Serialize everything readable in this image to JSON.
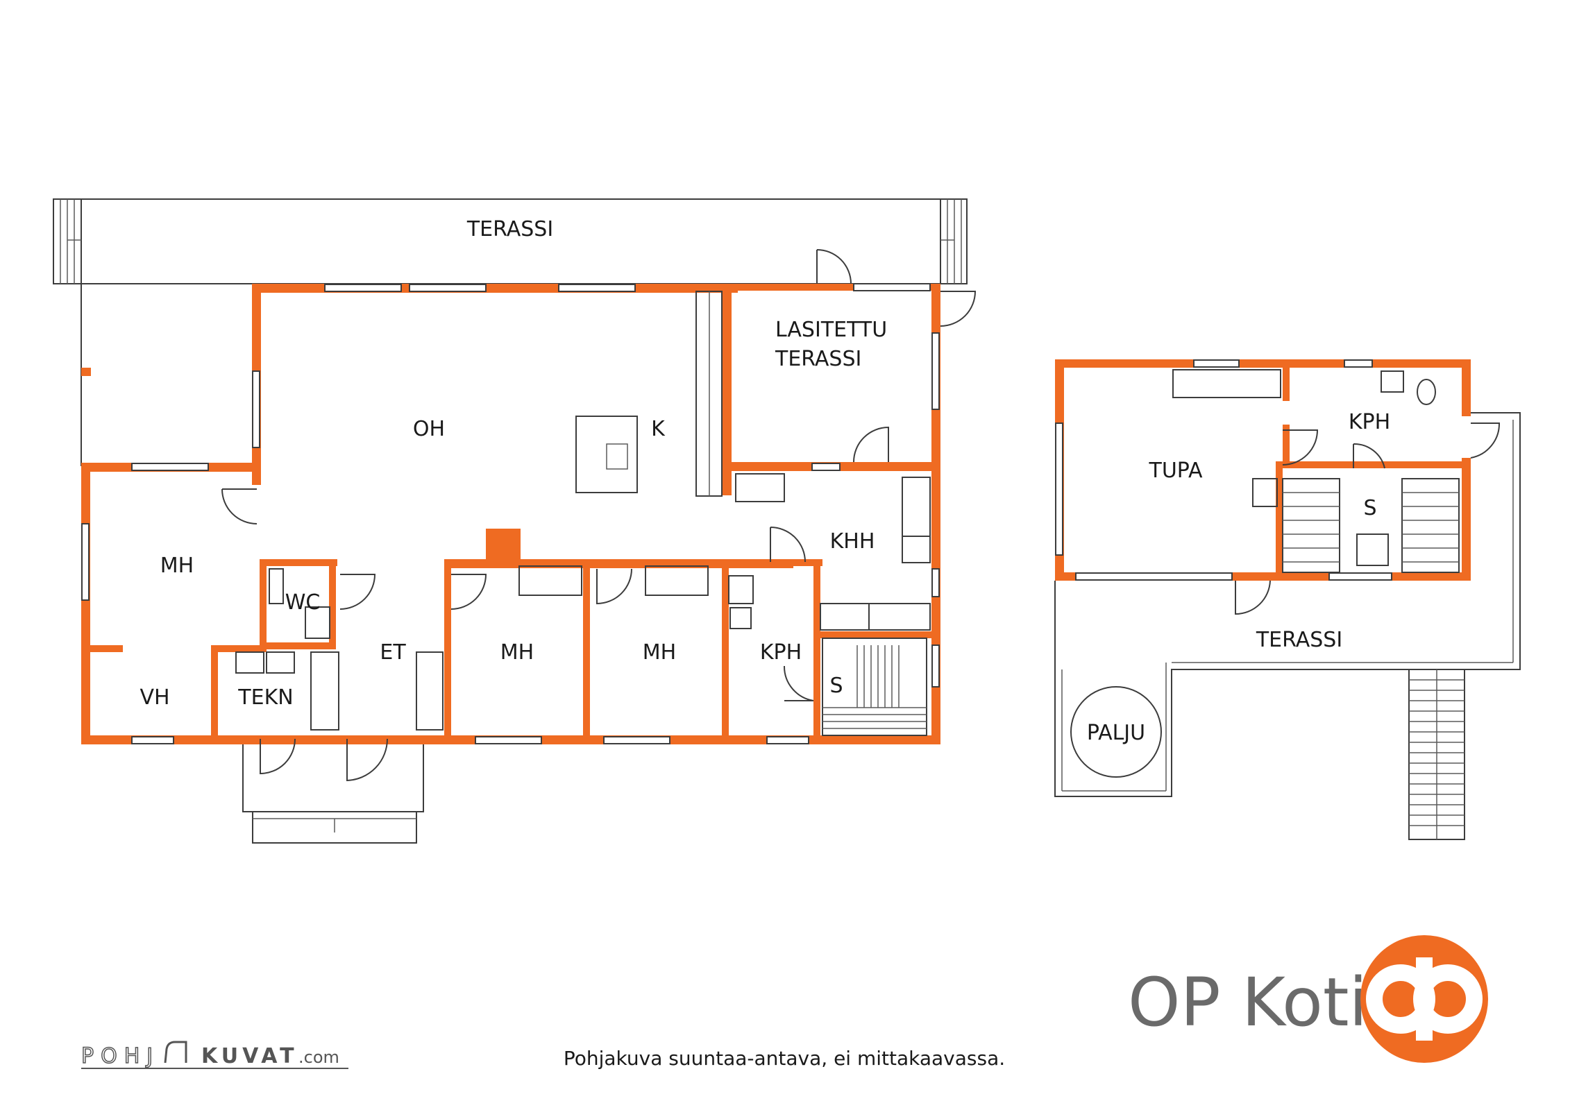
{
  "ground_floor": {
    "rooms": {
      "terassi": "TERASSI",
      "lasitettu_1": "LASITETTU",
      "lasitettu_2": "TERASSI",
      "oh": "OH",
      "k": "K",
      "mh_left": "MH",
      "wc": "WC",
      "et": "ET",
      "mh_mid": "MH",
      "mh_right": "MH",
      "khh": "KHH",
      "kph": "KPH",
      "s": "S",
      "vh": "VH",
      "tekn": "TEKN"
    }
  },
  "upper_floor": {
    "rooms": {
      "tupa": "TUPA",
      "kph": "KPH",
      "s": "S",
      "terassi": "TERASSI",
      "palju": "PALJU"
    }
  },
  "footer": {
    "logo_left_part1": "POHJ",
    "logo_left_part2": "KUVAT",
    "logo_left_part3": ".com",
    "disclaimer": "Pohjakuva suuntaa-antava, ei mittakaavassa.",
    "brand": "OP Koti"
  },
  "colors": {
    "wall": "#ef6b22",
    "line": "#3c3c3c",
    "brand_text": "#6a6a6a"
  }
}
